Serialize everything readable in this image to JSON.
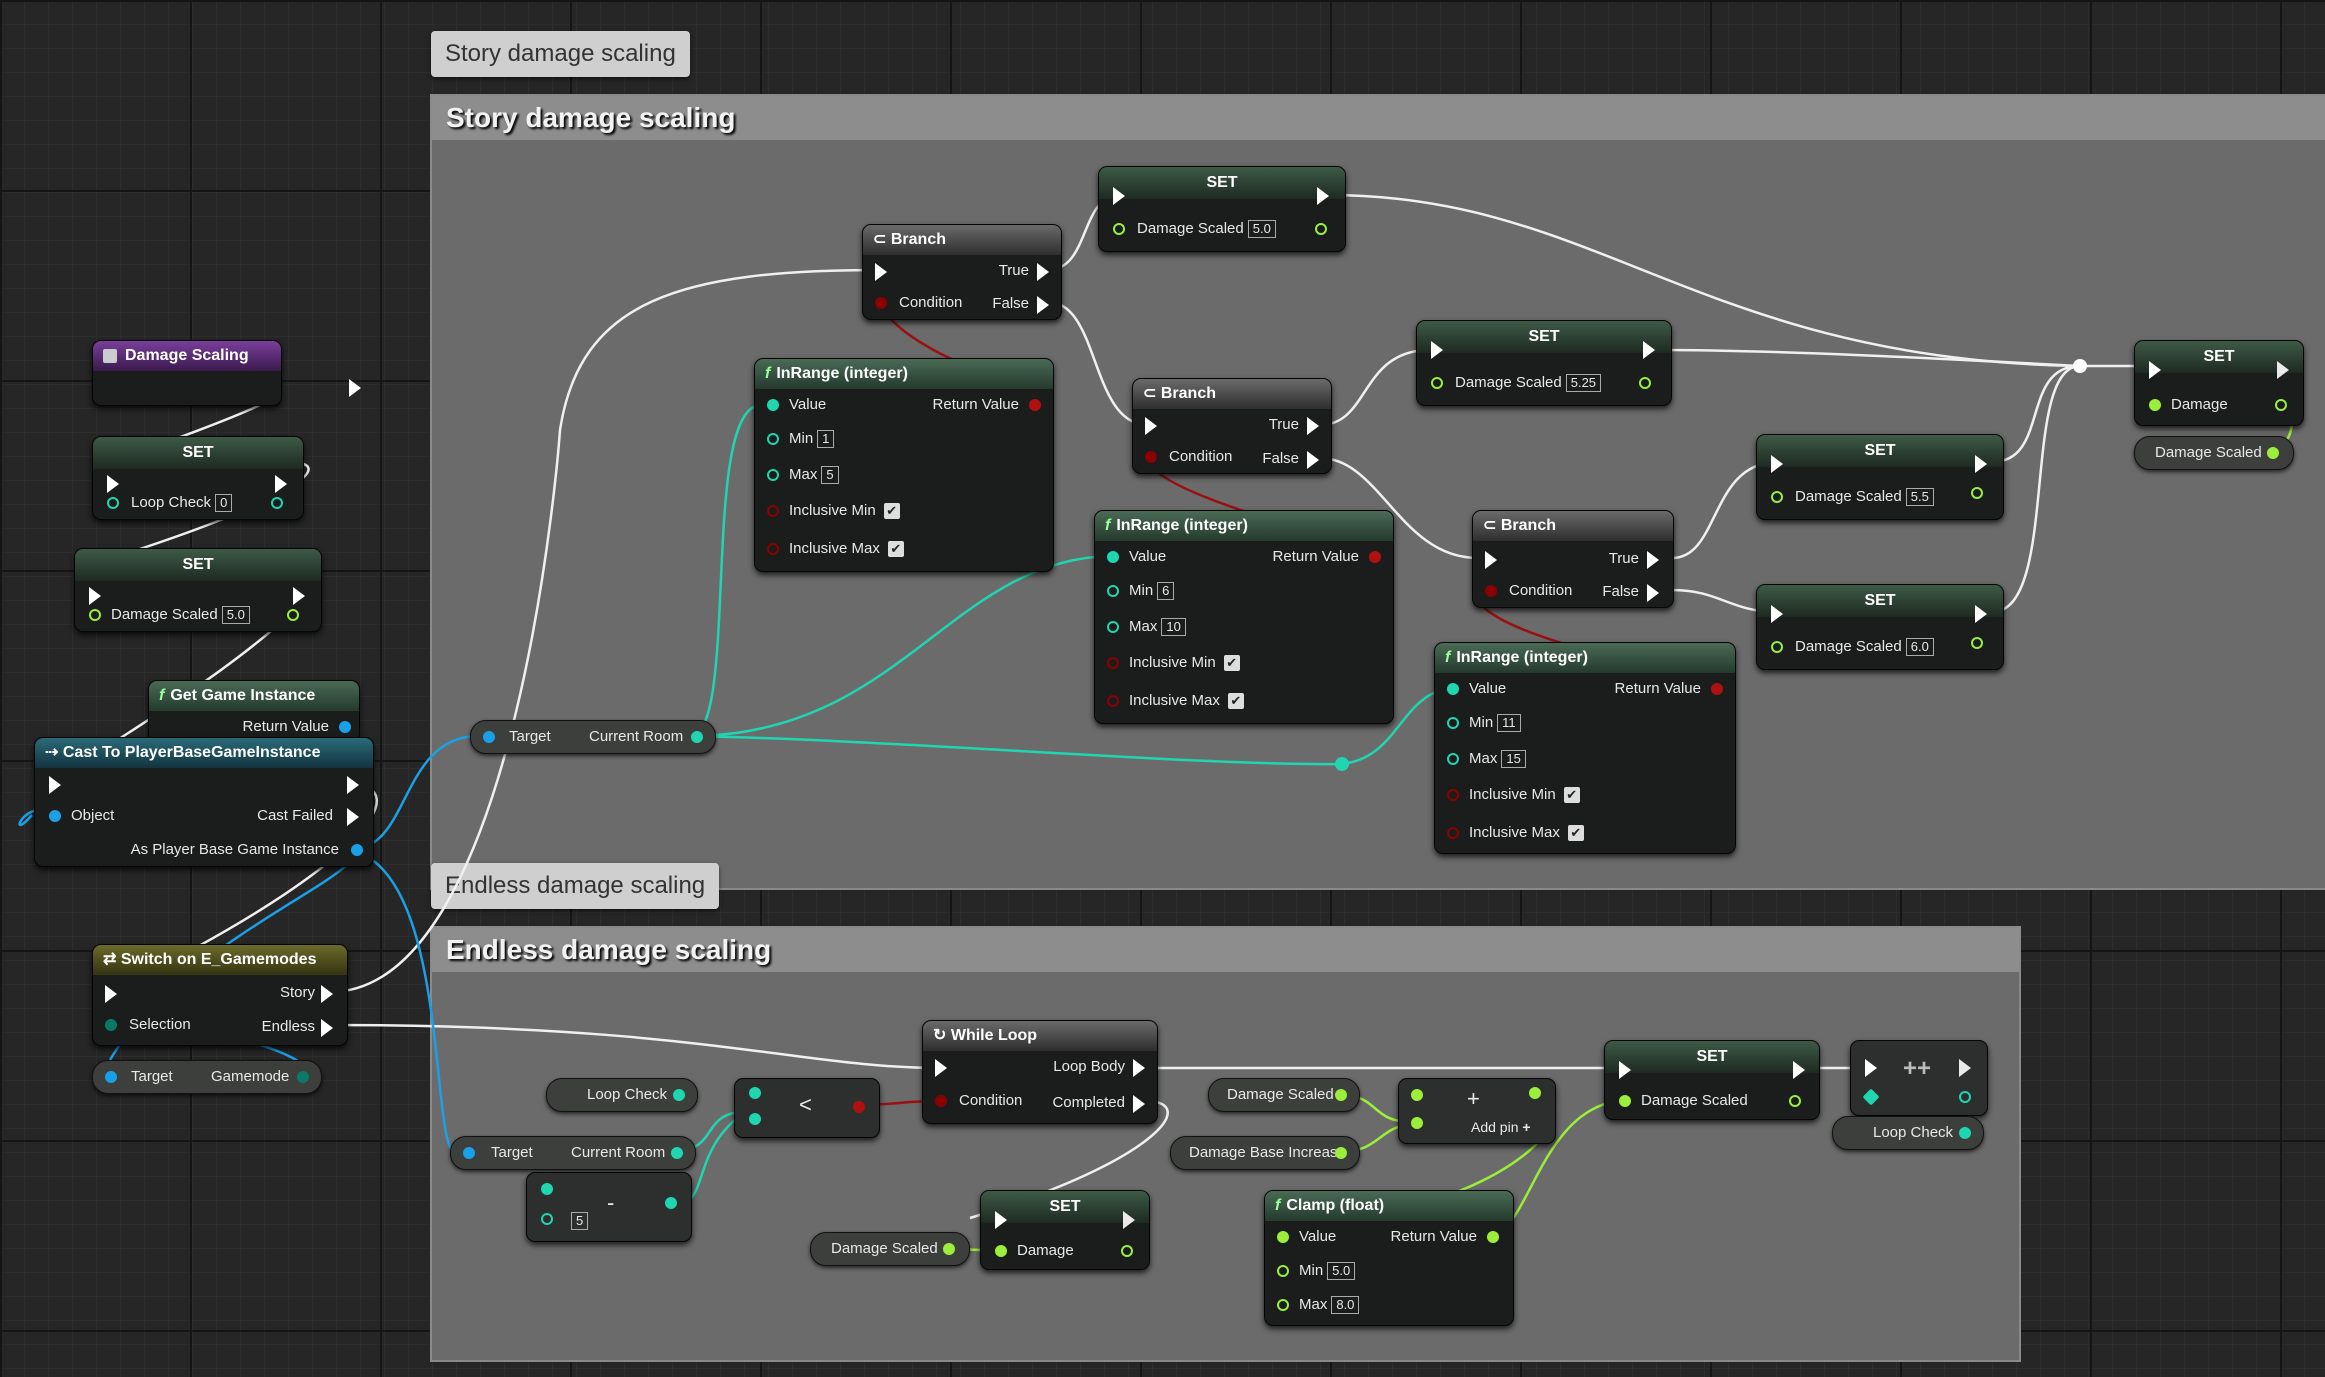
{
  "comments": {
    "story_tab": "Story damage scaling",
    "story_title": "Story damage scaling",
    "endless_tab": "Endless damage scaling",
    "endless_title": "Endless damage scaling"
  },
  "left": {
    "event_title": "Damage Scaling",
    "set1": {
      "title": "SET",
      "pin": "Loop Check",
      "value": "0"
    },
    "set2": {
      "title": "SET",
      "pin": "Damage Scaled",
      "value": "5.0"
    },
    "get_game_instance": {
      "title": "Get Game Instance",
      "out": "Return Value"
    },
    "cast": {
      "title": "Cast To PlayerBaseGameInstance",
      "in": "Object",
      "fail": "Cast Failed",
      "out": "As Player Base Game Instance"
    },
    "switch": {
      "title": "Switch on E_Gamemodes",
      "sel": "Selection",
      "story": "Story",
      "endless": "Endless"
    },
    "gm_var": {
      "target": "Target",
      "out": "Gamemode"
    }
  },
  "story": {
    "current_room": {
      "target": "Target",
      "out": "Current Room"
    },
    "branch1": {
      "title": "Branch",
      "true": "True",
      "false": "False",
      "cond": "Condition"
    },
    "branch2": {
      "title": "Branch",
      "true": "True",
      "false": "False",
      "cond": "Condition"
    },
    "branch3": {
      "title": "Branch",
      "true": "True",
      "false": "False",
      "cond": "Condition"
    },
    "inrange1": {
      "title": "InRange (integer)",
      "value": "Value",
      "ret": "Return Value",
      "min": "Min",
      "min_v": "1",
      "max": "Max",
      "max_v": "5",
      "incmin": "Inclusive Min",
      "incmax": "Inclusive Max"
    },
    "inrange2": {
      "title": "InRange (integer)",
      "value": "Value",
      "ret": "Return Value",
      "min": "Min",
      "min_v": "6",
      "max": "Max",
      "max_v": "10",
      "incmin": "Inclusive Min",
      "incmax": "Inclusive Max"
    },
    "inrange3": {
      "title": "InRange (integer)",
      "value": "Value",
      "ret": "Return Value",
      "min": "Min",
      "min_v": "11",
      "max": "Max",
      "max_v": "15",
      "incmin": "Inclusive Min",
      "incmax": "Inclusive Max"
    },
    "setA": {
      "title": "SET",
      "pin": "Damage Scaled",
      "value": "5.0"
    },
    "setB": {
      "title": "SET",
      "pin": "Damage Scaled",
      "value": "5.25"
    },
    "setC": {
      "title": "SET",
      "pin": "Damage Scaled",
      "value": "5.5"
    },
    "setD": {
      "title": "SET",
      "pin": "Damage Scaled",
      "value": "6.0"
    },
    "setDamage": {
      "title": "SET",
      "pin": "Damage"
    },
    "damage_scaled_var": "Damage Scaled"
  },
  "endless": {
    "loop_check_var": "Loop Check",
    "less_symbol": "<",
    "minus_symbol": "-",
    "minus_value": "5",
    "current_room": {
      "target": "Target",
      "out": "Current Room"
    },
    "while": {
      "title": "While Loop",
      "body": "Loop Body",
      "cond": "Condition",
      "done": "Completed"
    },
    "set_damage": {
      "title": "SET",
      "pin": "Damage"
    },
    "damage_scaled_var1": "Damage Scaled",
    "damage_scaled_var2": "Damage Scaled",
    "damage_base_increase": "Damage Base Increase",
    "add": {
      "symbol": "+",
      "addpin": "Add pin"
    },
    "clamp": {
      "title": "Clamp (float)",
      "value": "Value",
      "ret": "Return Value",
      "min": "Min",
      "min_v": "5.0",
      "max": "Max",
      "max_v": "8.0"
    },
    "set_scaled": {
      "title": "SET",
      "pin": "Damage Scaled"
    },
    "increment": {
      "symbol": "++"
    },
    "loop_check_var2": "Loop Check"
  },
  "colors": {
    "exec": "#ffffff",
    "bool": "#8b0000",
    "int": "#1fd6b0",
    "float": "#9bef3b",
    "object": "#1aa0e6"
  }
}
